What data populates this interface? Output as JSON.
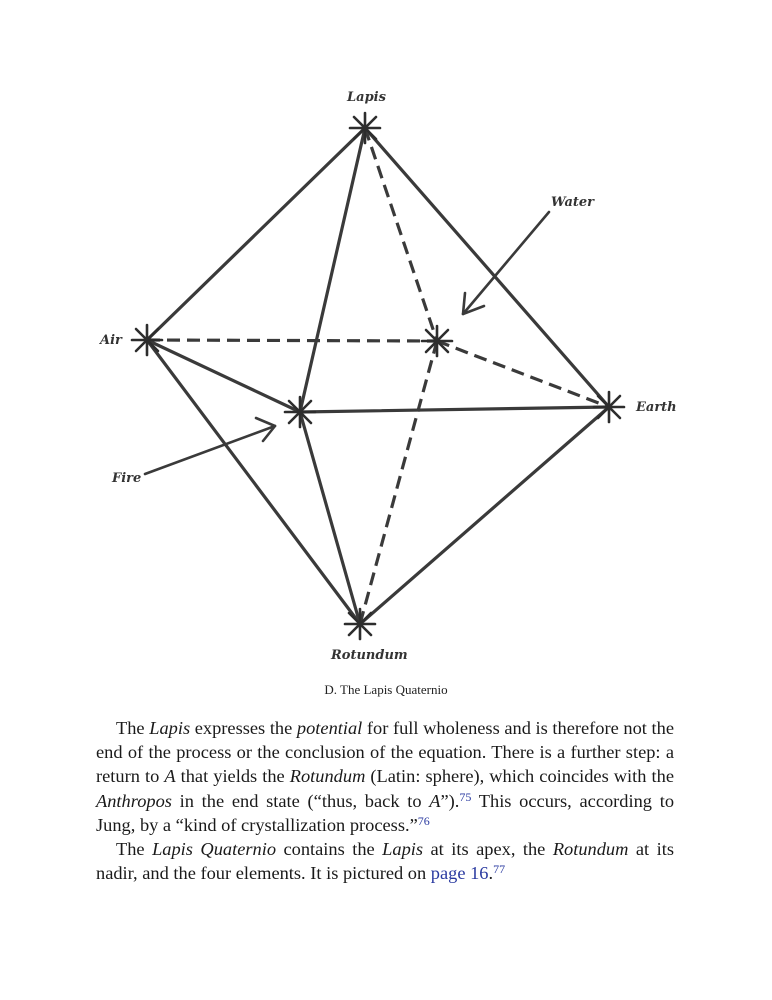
{
  "figure": {
    "labels": {
      "lapis": "Lapis",
      "water": "Water",
      "air": "Air",
      "earth": "Earth",
      "fire": "Fire",
      "rotundum": "Rotundum"
    },
    "caption": "D. The Lapis Quaternio"
  },
  "paragraph1": {
    "s1": "The ",
    "s2": "Lapis",
    "s3": " expresses the ",
    "s4": "potential",
    "s5": " for full wholeness and is therefore not the end of the process or the conclusion of the equation. There is a further step: a return to ",
    "s6": "A",
    "s7": " that yields the ",
    "s8": "Rotundum",
    "s9": " (Latin: sphere), which coincides with the ",
    "s10": "Anthropos",
    "s11": " in the end state (“thus, back to ",
    "s12": "A",
    "s13": "”).",
    "fn1": "75",
    "s14": " This occurs, according to Jung, by a “kind of crystallization process.”",
    "fn2": "76"
  },
  "paragraph2": {
    "s1": "The ",
    "s2": "Lapis Quaternio",
    "s3": " contains the ",
    "s4": "Lapis",
    "s5": " at its apex, the ",
    "s6": "Rotundum",
    "s7": " at its nadir, and the four elements. It is pictured on ",
    "link": "page 16",
    "s8": ".",
    "fn": "77"
  }
}
